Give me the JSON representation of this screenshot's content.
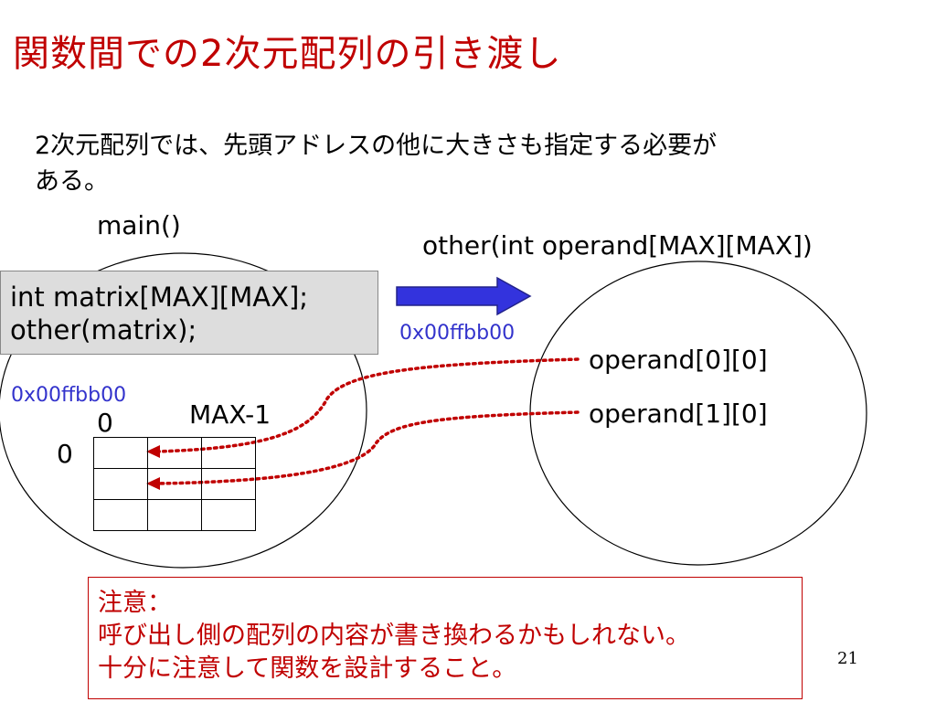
{
  "slide": {
    "title": "関数間での2次元配列の引き渡し",
    "intro_line1": "2次元配列では、先頭アドレスの他に大きさも指定する必要が",
    "intro_line2": "ある。",
    "page_number": "21"
  },
  "caller": {
    "function_label": "main()",
    "code_line1": "int matrix[MAX][MAX];",
    "code_line2": "other(matrix);",
    "address": "0x00ffbb00",
    "col_start": "0",
    "col_end": "MAX-1",
    "row_start": "0"
  },
  "callee": {
    "function_label": "other(int operand[MAX][MAX])",
    "address": "0x00ffbb00",
    "param_row0": "operand[0][0]",
    "param_row1": "operand[1][0]"
  },
  "note": {
    "heading": "注意：",
    "line1": "呼び出し側の配列の内容が書き換わるかもしれない。",
    "line2": "十分に注意して関数を設計すること。"
  },
  "colors": {
    "title": "#c00000",
    "address": "#3333cc",
    "arrow_fill": "#3333dd",
    "pointer": "#c00000",
    "note": "#c00000",
    "code_bg": "#dddddd"
  }
}
